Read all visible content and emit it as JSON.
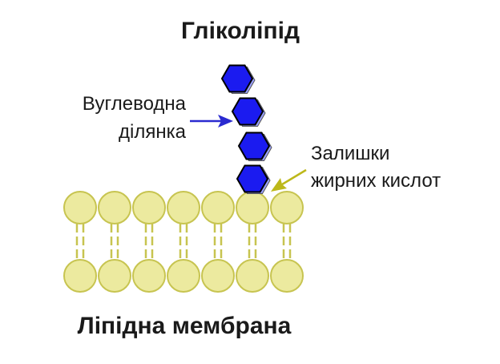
{
  "title": "Гліколіпід",
  "carb_label": [
    "Вуглеводна",
    "ділянка"
  ],
  "fat_label": [
    "Залишки",
    "жирних кислот"
  ],
  "membrane_label": "Ліпідна мембрана",
  "colors": {
    "head_fill": "#ecea9f",
    "head_stroke": "#c7c450",
    "tail": "#c7c450",
    "hexagon_fill": "#1b1bf0",
    "hexagon_stroke": "#000000",
    "blue_arrow": "#2a2ad0",
    "olive_arrow": "#bdb81a"
  },
  "icons": {
    "carbohydrate_unit": "blue-hexagon",
    "lipid_head": "yellow-circle",
    "tail": "double-dashed-line"
  }
}
